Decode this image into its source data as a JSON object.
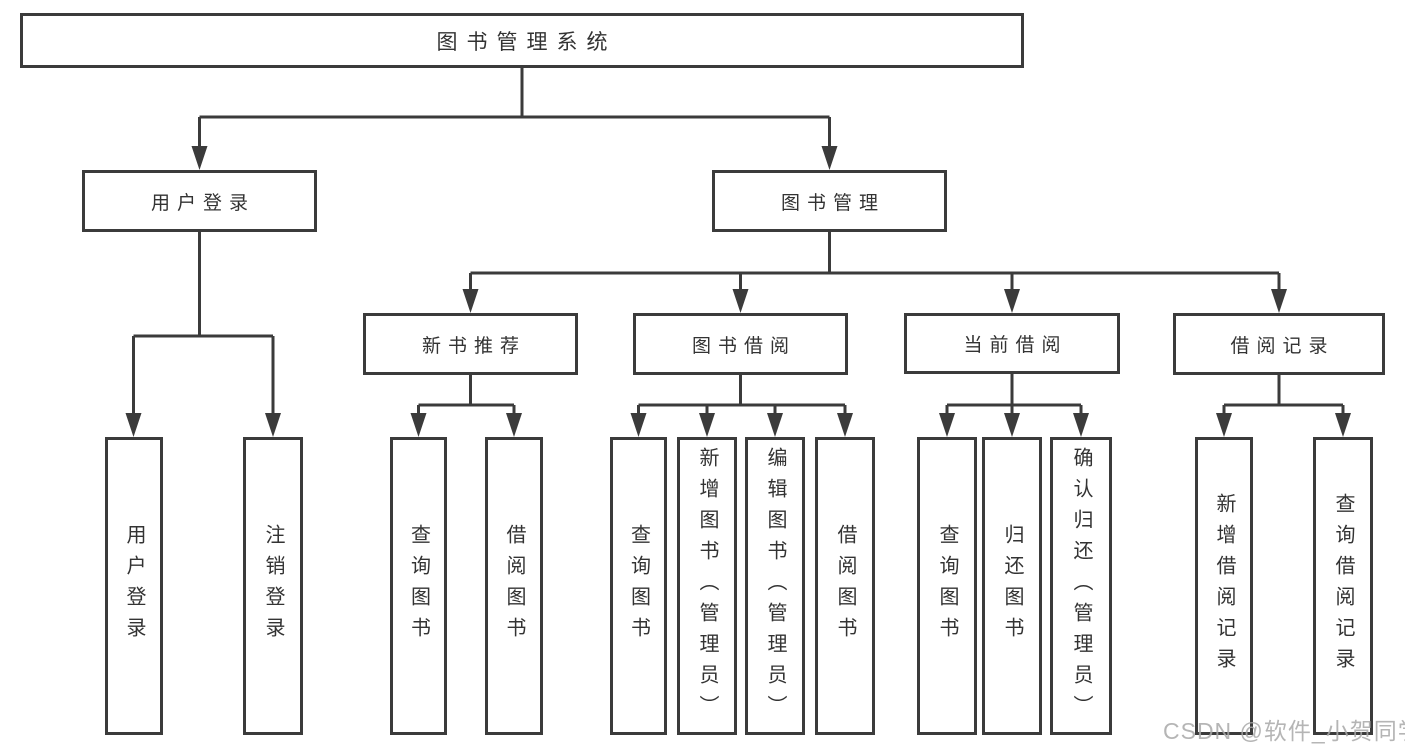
{
  "diagram": {
    "root": {
      "label": "图书管理系统"
    },
    "level2": [
      {
        "label": "用户登录"
      },
      {
        "label": "图书管理"
      }
    ],
    "level3": [
      {
        "label": "新书推荐"
      },
      {
        "label": "图书借阅"
      },
      {
        "label": "当前借阅"
      },
      {
        "label": "借阅记录"
      }
    ],
    "leaves": {
      "user": [
        {
          "label": "用户登录"
        },
        {
          "label": "注销登录"
        }
      ],
      "recommend": [
        {
          "label": "查询图书"
        },
        {
          "label": "借阅图书"
        }
      ],
      "borrow": [
        {
          "label": "查询图书"
        },
        {
          "label": "新增图书（管理员）"
        },
        {
          "label": "编辑图书（管理员）"
        },
        {
          "label": "借阅图书"
        }
      ],
      "current": [
        {
          "label": "查询图书"
        },
        {
          "label": "归还图书"
        },
        {
          "label": "确认归还（管理员）"
        }
      ],
      "records": [
        {
          "label": "新增借阅记录"
        },
        {
          "label": "查询借阅记录"
        }
      ]
    }
  },
  "watermark": {
    "text": "CSDN @软件_小贺同学"
  },
  "colors": {
    "line": "#3b3b3b",
    "text": "#333333",
    "watermark": "#a8a8a8"
  }
}
